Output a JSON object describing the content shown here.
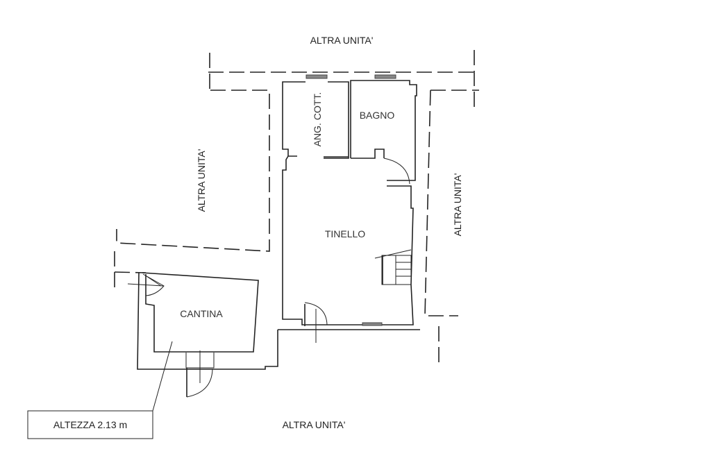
{
  "labels": {
    "top": "ALTRA UNITA'",
    "left": "ALTRA UNITA'",
    "right": "ALTRA UNITA'",
    "bottom": "ALTRA UNITA'"
  },
  "rooms": {
    "kitchenette": "ANG. COTT.",
    "bathroom": "BAGNO",
    "living": "TINELLO",
    "cellar": "CANTINA"
  },
  "height_note": "ALTEZZA 2.13 m"
}
